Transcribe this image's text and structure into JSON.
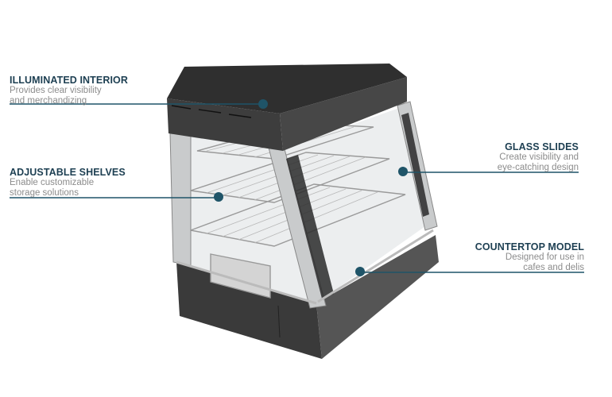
{
  "callouts": [
    {
      "title": "ILLUMINATED INTERIOR",
      "lines": [
        "Provides clear visibility",
        "and merchandizing"
      ]
    },
    {
      "title": "ADJUSTABLE SHELVES",
      "lines": [
        "Enable customizable",
        "storage solutions"
      ]
    },
    {
      "title": "GLASS SLIDES",
      "lines": [
        "Create visibility and",
        "eye-catching design"
      ]
    },
    {
      "title": "COUNTERTOP MODEL",
      "lines": [
        "Designed for use in",
        "cafes and delis"
      ]
    }
  ],
  "colors": {
    "title": "#1d3f52",
    "line": "#1f5468",
    "body": "#8c8c8c"
  }
}
